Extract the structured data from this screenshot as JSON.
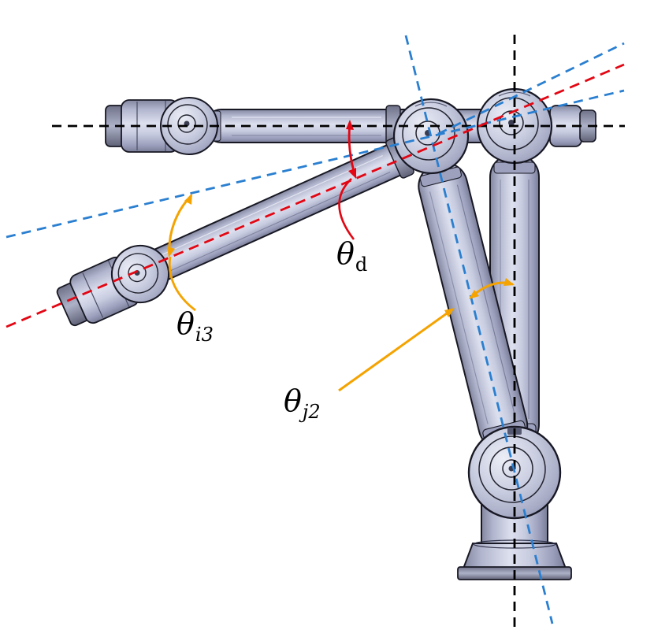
{
  "figure": {
    "type": "diagram",
    "subject": "robot-arm-joint-angle-definition",
    "background": "#ffffff",
    "colors": {
      "robot_body": "#b9bdd6",
      "robot_outline": "#181824",
      "reference_axis_black": "#000000",
      "joint_axis_blue": "#2a7fd0",
      "deflection_red": "#e30613",
      "angle_arrow_yellow": "#f4a300",
      "label_text": "#000000"
    },
    "labels": {
      "theta_d": {
        "symbol": "θ",
        "subscript": "d"
      },
      "theta_i3": {
        "symbol": "θ",
        "subscript": "i3"
      },
      "theta_j2": {
        "symbol": "θ",
        "subscript": "j2"
      }
    }
  }
}
